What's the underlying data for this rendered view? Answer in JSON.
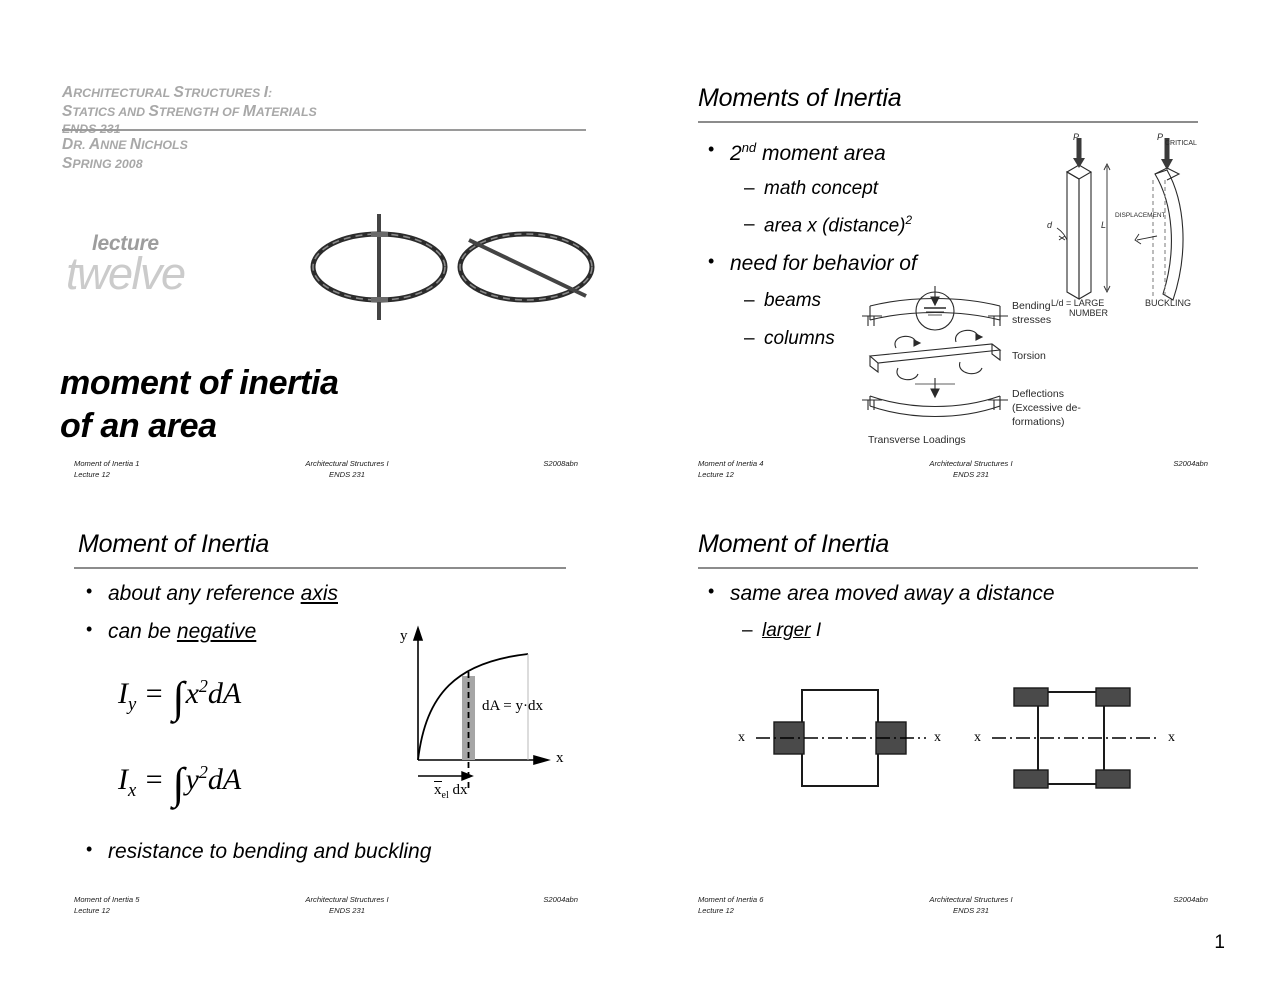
{
  "page": {
    "number": "1"
  },
  "title_slide": {
    "course_line1": {
      "cap_a": "A",
      "rest_a": "RCHITECTURAL ",
      "cap_s": "S",
      "rest_s": "TRUCTURES ",
      "cap_i": "I",
      "rest_i": ":"
    },
    "course_line1_text": "Architectural Structures I:",
    "course_line2_text": "Statics and Strength of Materials",
    "course_code": "ENDS 231",
    "instructor": "Dr. Anne Nichols",
    "term": "Spring 2008",
    "lecture_word": "lecture",
    "lecture_number": "twelve",
    "deck_title_line1": "moment of inertia",
    "deck_title_line2": "of an area",
    "figure_caption": "rotating hoops about two different axes",
    "footer": {
      "left_line1": "Moment of Inertia 1",
      "left_line2": "Lecture 12",
      "center_line1": "Architectural Structures I",
      "center_line2": "ENDS 231",
      "right": "S2008abn"
    }
  },
  "moments_slide": {
    "heading": "Moments of Inertia",
    "bullets": [
      {
        "level": 1,
        "text": "2nd moment area",
        "html": "2<sup>nd</sup> moment area"
      },
      {
        "level": 2,
        "text": "math concept"
      },
      {
        "level": 2,
        "text": "area x (distance)2",
        "html": "area x (distance)<sup>2</sup>"
      },
      {
        "level": 1,
        "text": "need for behavior of"
      },
      {
        "level": 2,
        "text": "beams"
      },
      {
        "level": 2,
        "text": "columns"
      }
    ],
    "column_sketch": {
      "load_label": "P",
      "critical_load_label": "P",
      "critical_sub": "CRITICAL",
      "depth_label": "d",
      "length_label": "L",
      "displacement_label": "DISPLACEMENT",
      "left_caption_line1": "L/d = LARGE",
      "left_caption_line2": "NUMBER",
      "right_caption": "BUCKLING"
    },
    "transverse_sketch": {
      "bending_line1": "Bending",
      "bending_line2": "stresses",
      "torsion": "Torsion",
      "deflection_line1": "Deflections",
      "deflection_line2": "(Excessive de-",
      "deflection_line3": "formations)",
      "caption": "Transverse Loadings"
    },
    "footer": {
      "left_line1": "Moment of Inertia 4",
      "left_line2": "Lecture 12",
      "center_line1": "Architectural Structures I",
      "center_line2": "ENDS 231",
      "right": "S2004abn"
    }
  },
  "definition_slide": {
    "heading": "Moment of Inertia",
    "bullet1_pre": "about any reference ",
    "bullet1_underlined": "axis",
    "bullet2_pre": "can be ",
    "bullet2_underlined": "negative",
    "formula_y": {
      "symbol": "I",
      "sub": "y",
      "equals": "=",
      "integral": "∫",
      "integrand": "x",
      "power": "2",
      "differential": "dA"
    },
    "formula_x": {
      "symbol": "I",
      "sub": "x",
      "equals": "=",
      "integral": "∫",
      "integrand": "y",
      "power": "2",
      "differential": "dA"
    },
    "graph": {
      "y_axis": "y",
      "x_axis": "x",
      "area_label": "dA = y·dx",
      "centroid_label": "x",
      "centroid_sub": "el",
      "strip_label": "dx"
    },
    "bullet3": "resistance to bending and buckling",
    "footer": {
      "left_line1": "Moment of Inertia 5",
      "left_line2": "Lecture 12",
      "center_line1": "Architectural Structures I",
      "center_line2": "ENDS 231",
      "right": "S2004abn"
    }
  },
  "moved_area_slide": {
    "heading": "Moment of Inertia",
    "bullet1": "same area moved away a distance",
    "bullet2_pre": "",
    "bullet2_underlined": "larger",
    "bullet2_post": " I",
    "left_shape": {
      "axis_label_left": "x",
      "axis_label_right": "x",
      "description": "area near axis"
    },
    "right_shape": {
      "axis_label_left": "x",
      "axis_label_right": "x",
      "description": "area moved away from axis"
    },
    "footer": {
      "left_line1": "Moment of Inertia 6",
      "left_line2": "Lecture 12",
      "center_line1": "Architectural Structures I",
      "center_line2": "ENDS 231",
      "right": "S2004abn"
    }
  },
  "colors": {
    "header_gray": "#a8a8a8",
    "rule_gray": "#8c8c8c",
    "lecture_number_gray": "#cbcbcb",
    "flange_dark": "#4a4a4a",
    "strip_gray": "#a6a6a6"
  }
}
